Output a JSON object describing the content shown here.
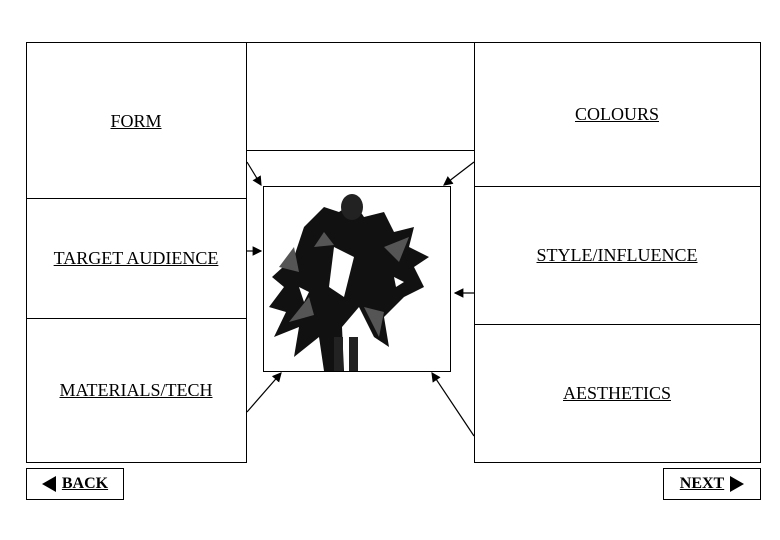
{
  "panels": {
    "form": "FORM",
    "target_audience": "TARGET AUDIENCE",
    "materials_tech": "MATERIALS/TECH",
    "colours": "COLOURS",
    "style_influence": "STYLE/INFLUENCE",
    "aesthetics": "AESTHETICS"
  },
  "nav": {
    "back_label": "BACK",
    "next_label": "NEXT"
  },
  "image": {
    "description_icon": "fashion-photo"
  }
}
